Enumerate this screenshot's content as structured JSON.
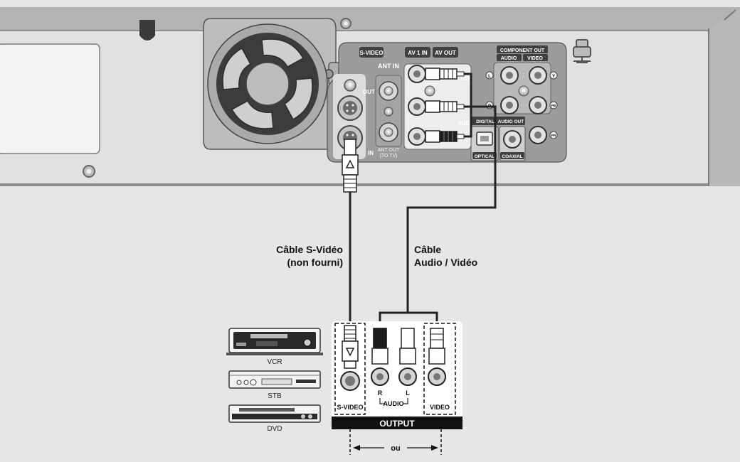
{
  "rear_panel": {
    "s_video": "S-VIDEO",
    "out": "OUT",
    "in": "IN",
    "ant_in": "ANT IN",
    "ant_out_1": "ANT OUT",
    "ant_out_2": "(TO TV)",
    "av1_in": "AV 1 IN",
    "av_out": "AV OUT",
    "video_partial": "EO",
    "audio_partial": "AUDI",
    "component_out": "COMPONENT OUT",
    "audio": "AUDIO",
    "video": "VIDEO",
    "digital_audio_out_1": "DIGITAL",
    "digital_audio_out_2": "AUDIO OUT",
    "optical": "OPTICAL",
    "coaxial": "COAXIAL",
    "jack_l": "L",
    "jack_r": "R",
    "jack_y": "Y",
    "jack_pb": "PB",
    "jack_pr": "PR"
  },
  "cables": {
    "svideo_line1": "Câble S-Vidéo",
    "svideo_line2": "(non fourni)",
    "av_line1": "Câble",
    "av_line2": "Audio / Vidéo"
  },
  "devices": {
    "vcr": "VCR",
    "stb": "STB",
    "dvd": "DVD"
  },
  "output_panel": {
    "s_video": "S-VIDEO",
    "r": "R",
    "l": "L",
    "audio": "AUDIO",
    "video": "VIDEO",
    "output": "OUTPUT",
    "ou": "ou"
  },
  "colors": {
    "background": "#e6e6e6",
    "panel": "#d9d9d9",
    "cable": "#222222"
  }
}
